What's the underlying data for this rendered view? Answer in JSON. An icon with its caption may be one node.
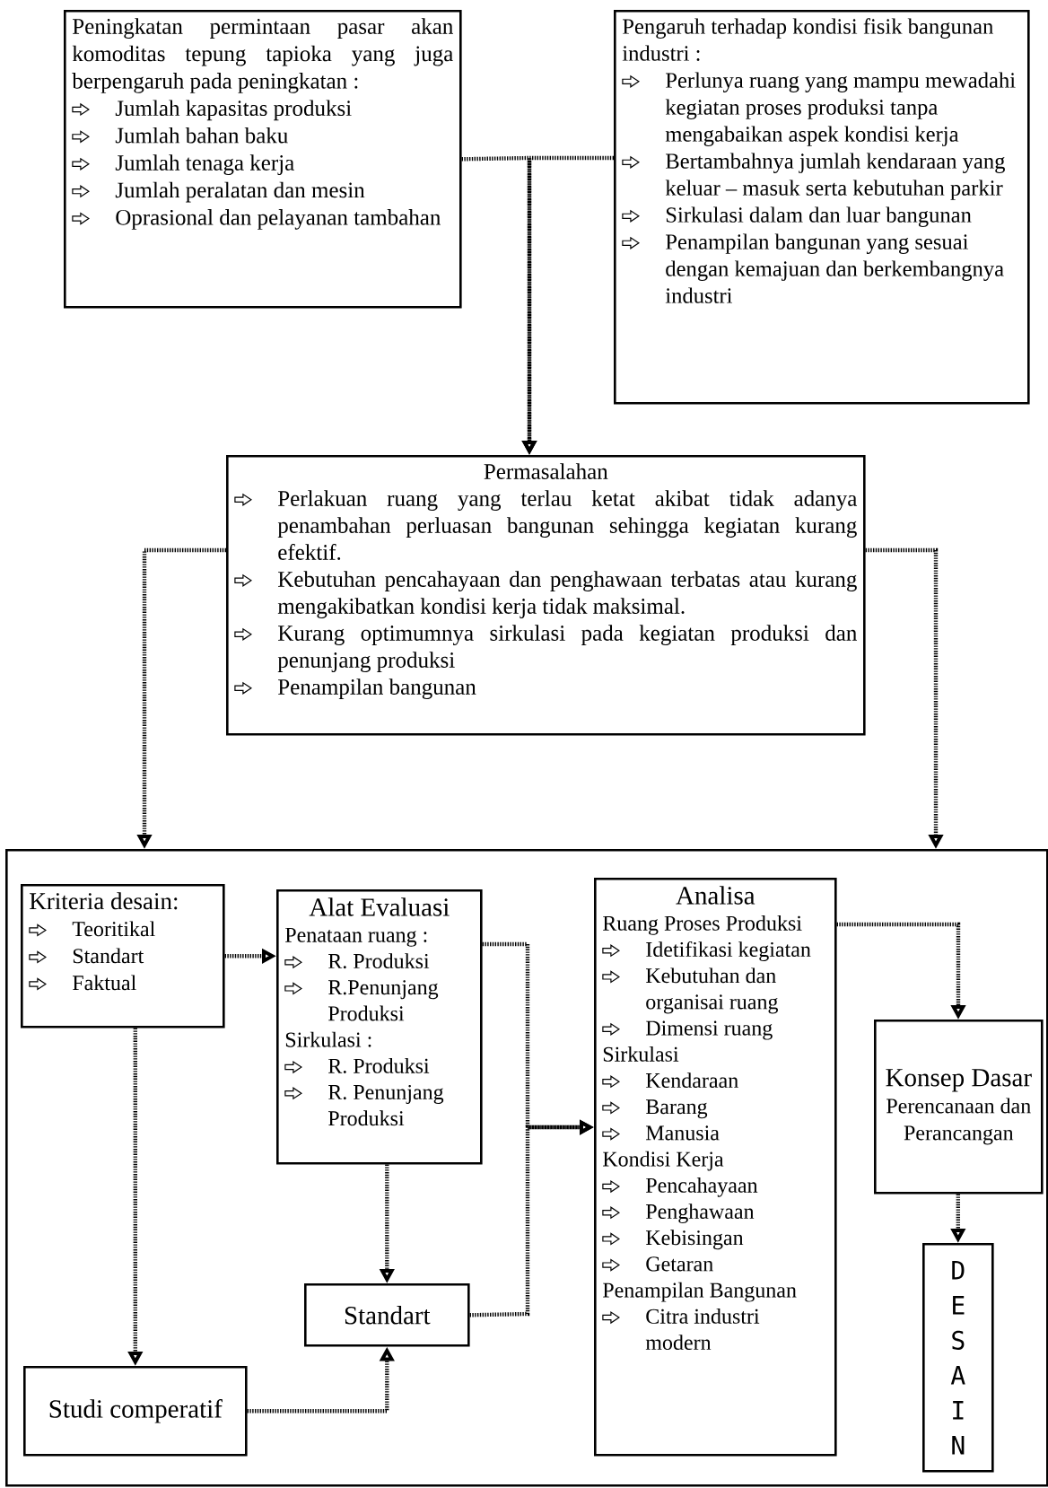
{
  "diagram": {
    "nodes": [
      {
        "text": [
          "Peningkatan permintaan pasar akan komoditas tepung tapioka yang juga berpengaruh pada peningkatan :",
          "Jumlah kapasitas produksi",
          "Jumlah bahan baku",
          "Jumlah tenaga kerja",
          "Jumlah peralatan dan mesin",
          "Oprasional dan pelayanan tambahan"
        ]
      },
      {
        "text": [
          "Pengaruh terhadap kondisi fisik bangunan industri :",
          "Perlunya ruang yang mampu mewadahi kegiatan proses produksi tanpa mengabaikan aspek kondisi kerja",
          "Bertambahnya jumlah kendaraan yang keluar – masuk serta kebutuhan parkir",
          "Sirkulasi dalam dan luar bangunan",
          "Penampilan bangunan yang sesuai dengan kemajuan dan berkembangnya industri"
        ]
      },
      {
        "text": [
          "Permasalahan",
          "Perlakuan ruang yang terlau ketat akibat tidak adanya penambahan perluasan bangunan sehingga kegiatan kurang efektif.",
          "Kebutuhan pencahayaan dan penghawaan terbatas atau kurang mengakibatkan kondisi kerja tidak maksimal.",
          "Kurang optimumnya sirkulasi pada kegiatan produksi dan penunjang produksi",
          "Penampilan bangunan"
        ]
      },
      {
        "text": [],
        "shape": "box"
      },
      {
        "text": [
          "Kriteria desain:",
          "Teoritikal",
          "Standart",
          "Faktual"
        ],
        "in": 3
      },
      {
        "text": [
          "Alat Evaluasi",
          "Penataan ruang :",
          "R. Produksi",
          "R.Penunjang Produksi",
          "Sirkulasi :",
          "R. Produksi",
          "R. Penunjang Produksi"
        ],
        "in": 3
      },
      {
        "text": [
          "Analisa",
          "Ruang Proses Produksi",
          "Idetifikasi kegiatan",
          "Kebutuhan dan organisai ruang",
          "Dimensi ruang",
          "Sirkulasi",
          "Kendaraan",
          "Barang",
          "Manusia",
          "Kondisi Kerja",
          "Pencahayaan",
          "Penghawaan",
          "Kebisingan",
          "Getaran",
          "Penampilan Bangunan",
          "Citra industri modern"
        ],
        "in": 3
      },
      {
        "text": [
          "Konsep Dasar",
          "Perencanaan dan Perancangan"
        ],
        "in": 3
      },
      {
        "text": [
          "Standart"
        ],
        "in": 3
      },
      {
        "text": [
          "Studi comperatif"
        ],
        "in": 3
      },
      {
        "text": [
          "DESAIN"
        ],
        "in": 3
      }
    ],
    "edges": [
      {
        "from": 0,
        "to": 2,
        "arrow": "to",
        "style": "dashed"
      },
      {
        "from": 1,
        "to": 2,
        "arrow": "to",
        "style": "dashed"
      },
      {
        "from": 2,
        "to": 3,
        "arrow": "to",
        "style": "dashed"
      },
      {
        "from": 2,
        "to": 3,
        "arrow": "to",
        "style": "dashed"
      },
      {
        "from": 4,
        "to": 5,
        "arrow": "to",
        "style": "dashed"
      },
      {
        "from": 4,
        "to": 9,
        "arrow": "to",
        "style": "dashed"
      },
      {
        "from": 5,
        "to": 8,
        "arrow": "to",
        "style": "dashed"
      },
      {
        "from": 9,
        "to": 8,
        "arrow": "to",
        "style": "dashed"
      },
      {
        "from": 5,
        "to": 6,
        "arrow": "to",
        "style": "dashed"
      },
      {
        "from": 8,
        "to": 6,
        "arrow": "to",
        "style": "dashed"
      },
      {
        "from": 6,
        "to": 7,
        "arrow": "to",
        "style": "dashed"
      },
      {
        "from": 7,
        "to": 10,
        "arrow": "to",
        "style": "dashed"
      }
    ]
  }
}
